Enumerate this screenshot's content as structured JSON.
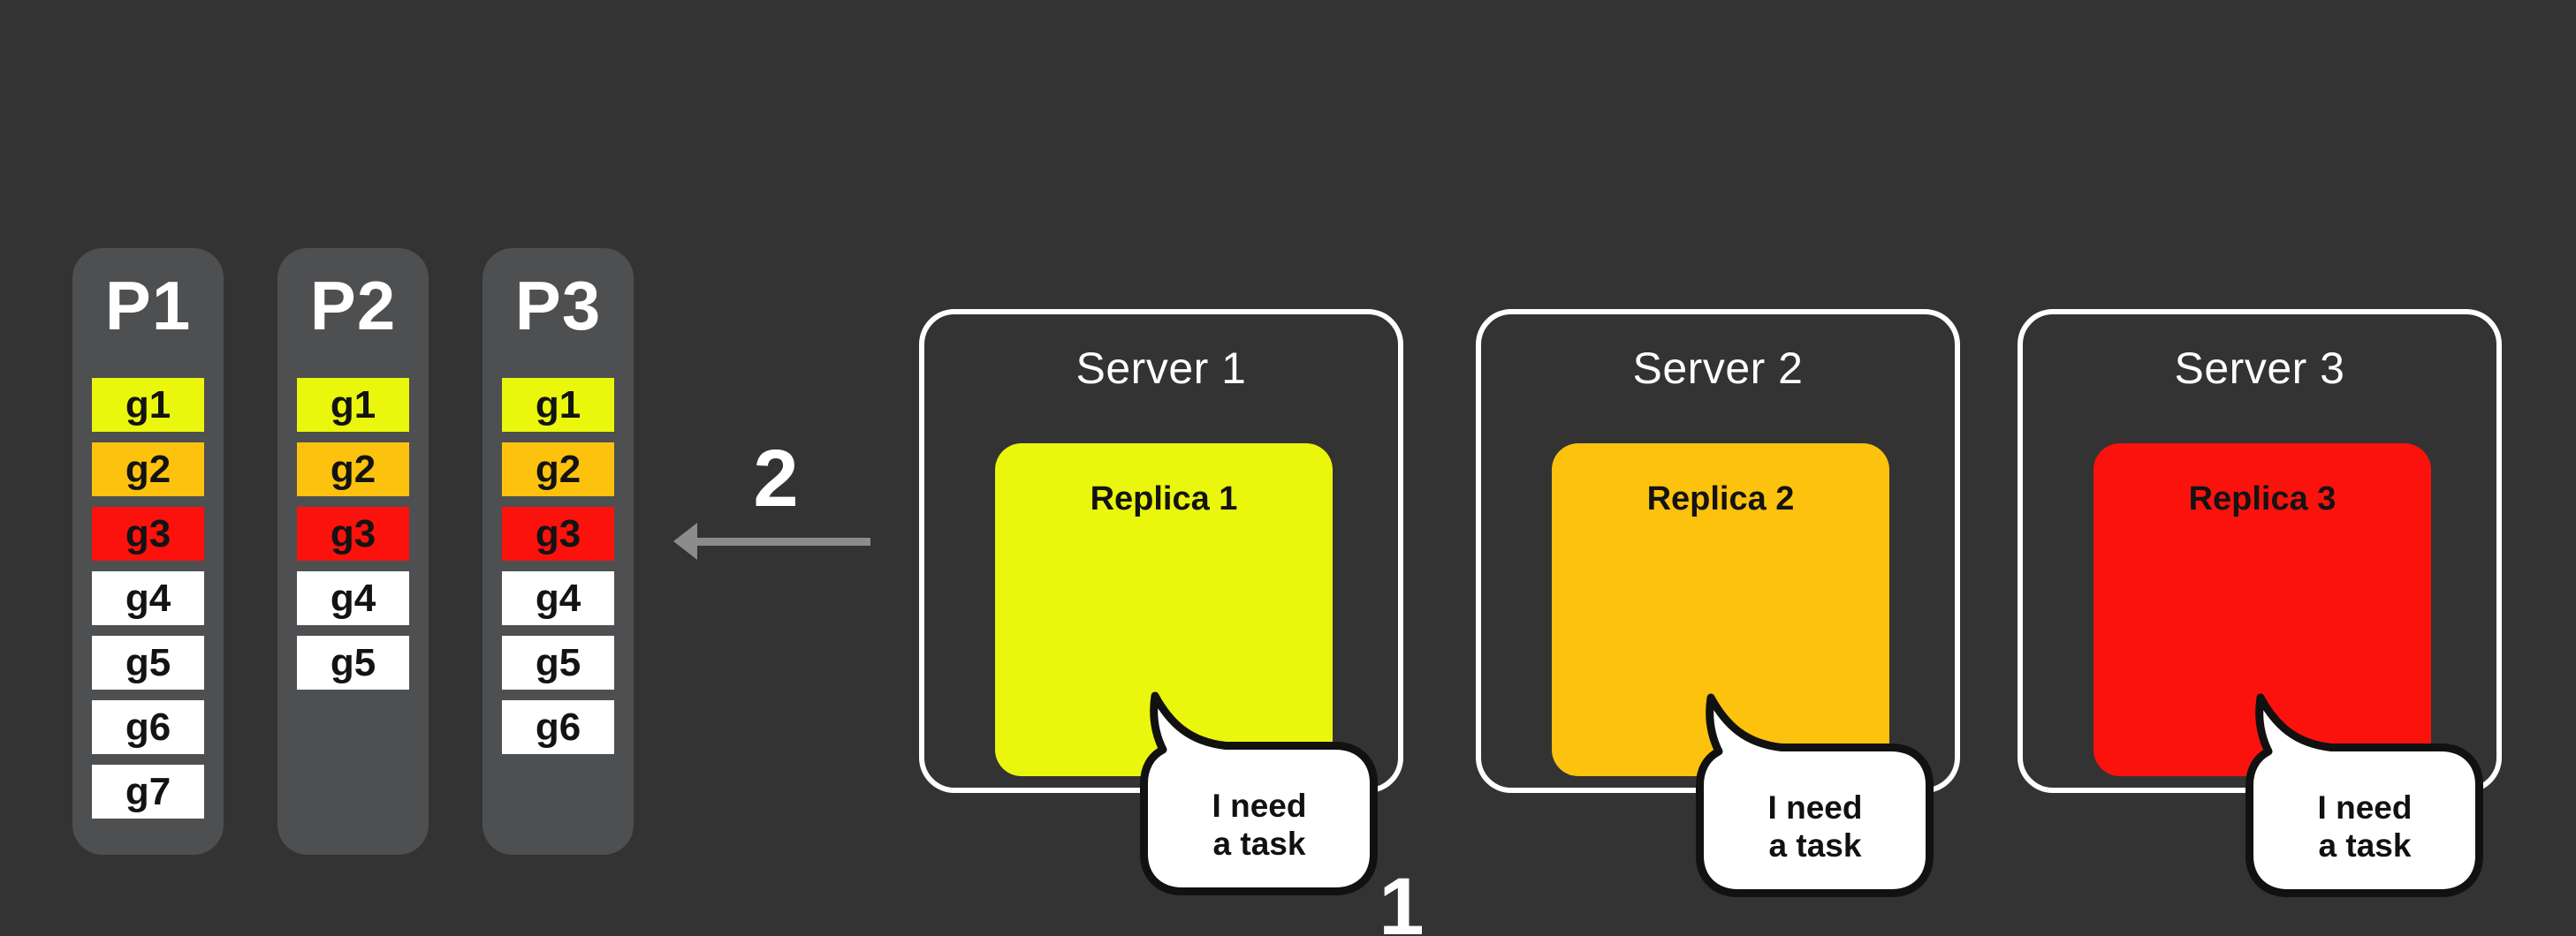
{
  "colors": {
    "background": "#333334",
    "partition_bg": "#4e4f51",
    "task_yellow": "#eaf60b",
    "task_orange": "#fcc20d",
    "task_red": "#fb120d",
    "task_white": "#ffffff",
    "arrow": "#8c8c8c",
    "server_border": "#ffffff",
    "bubble_fill": "#ffffff",
    "bubble_border": "#111111",
    "text_light": "#ffffff",
    "text_dark": "#131313"
  },
  "partitions": [
    {
      "title": "P1",
      "tasks": [
        {
          "label": "g1",
          "color": "#eaf60b"
        },
        {
          "label": "g2",
          "color": "#fcc20d"
        },
        {
          "label": "g3",
          "color": "#fb120d"
        },
        {
          "label": "g4",
          "color": "#ffffff"
        },
        {
          "label": "g5",
          "color": "#ffffff"
        },
        {
          "label": "g6",
          "color": "#ffffff"
        },
        {
          "label": "g7",
          "color": "#ffffff"
        }
      ]
    },
    {
      "title": "P2",
      "tasks": [
        {
          "label": "g1",
          "color": "#eaf60b"
        },
        {
          "label": "g2",
          "color": "#fcc20d"
        },
        {
          "label": "g3",
          "color": "#fb120d"
        },
        {
          "label": "g4",
          "color": "#ffffff"
        },
        {
          "label": "g5",
          "color": "#ffffff"
        }
      ]
    },
    {
      "title": "P3",
      "tasks": [
        {
          "label": "g1",
          "color": "#eaf60b"
        },
        {
          "label": "g2",
          "color": "#fcc20d"
        },
        {
          "label": "g3",
          "color": "#fb120d"
        },
        {
          "label": "g4",
          "color": "#ffffff"
        },
        {
          "label": "g5",
          "color": "#ffffff"
        },
        {
          "label": "g6",
          "color": "#ffffff"
        }
      ]
    }
  ],
  "steps": {
    "assign_label": "2",
    "request_label": "1"
  },
  "servers": [
    {
      "title": "Server 1",
      "replica": {
        "label": "Replica 1",
        "color": "#eaf60b"
      },
      "bubble": {
        "line1": "I need",
        "line2": "a task"
      }
    },
    {
      "title": "Server 2",
      "replica": {
        "label": "Replica 2",
        "color": "#fcc20d"
      },
      "bubble": {
        "line1": "I need",
        "line2": "a task"
      }
    },
    {
      "title": "Server 3",
      "replica": {
        "label": "Replica 3",
        "color": "#fb120d"
      },
      "bubble": {
        "line1": "I need",
        "line2": "a task"
      }
    }
  ]
}
